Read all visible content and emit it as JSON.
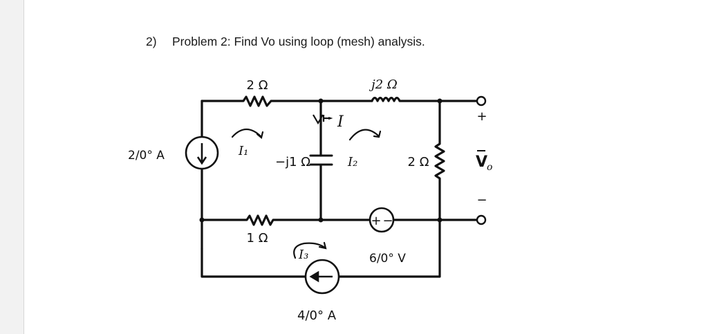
{
  "problem": {
    "number": "2)",
    "text": "Problem 2: Find Vo using loop (mesh) analysis."
  },
  "circuit": {
    "resistor_top_left": "2 Ω",
    "inductor_top_right": "j2 Ω",
    "capacitor_middle": "−j1 Ω",
    "resistor_bottom_left": "1 Ω",
    "resistor_right": "2 Ω",
    "current_source_left": "2/0° A",
    "current_source_bottom": "4/0° A",
    "voltage_source": "6/0° V",
    "branch_current": "I",
    "mesh_1": "I₁",
    "mesh_2": "I₂",
    "mesh_3": "I₃",
    "output_voltage": "V",
    "output_subscript": "o",
    "terminal_plus": "+",
    "terminal_minus": "−",
    "vsource_plus": "+",
    "vsource_minus": "−"
  }
}
